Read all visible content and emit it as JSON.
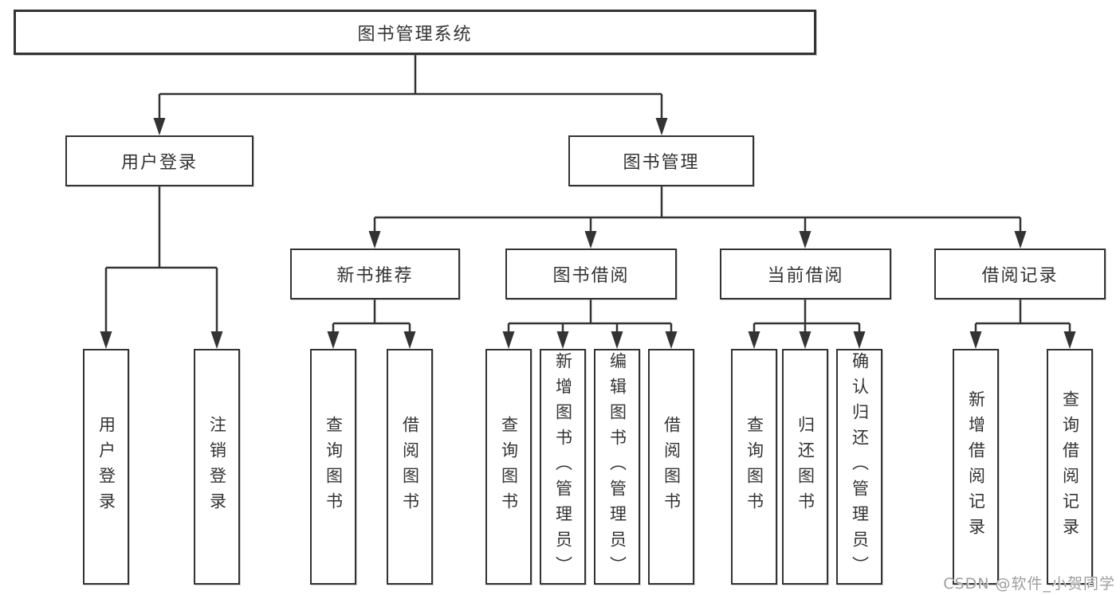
{
  "diagram": {
    "type": "tree",
    "colors": {
      "line": "#333333",
      "box_border": "#333333",
      "box_fill": "#ffffff",
      "text": "#333333",
      "watermark_text_color": "#9e9e9e",
      "background": "#ffffff"
    },
    "tree": {
      "root": {
        "label": "图书管理系统"
      },
      "branches": [
        {
          "label": "用户登录",
          "children": [
            {
              "label": "用户登录"
            },
            {
              "label": "注销登录"
            }
          ]
        },
        {
          "label": "图书管理",
          "children": [
            {
              "label": "新书推荐",
              "children": [
                {
                  "label": "查询图书"
                },
                {
                  "label": "借阅图书"
                }
              ]
            },
            {
              "label": "图书借阅",
              "children": [
                {
                  "label": "查询图书"
                },
                {
                  "label": "新增图书（管理员）"
                },
                {
                  "label": "编辑图书（管理员）"
                },
                {
                  "label": "借阅图书"
                }
              ]
            },
            {
              "label": "当前借阅",
              "children": [
                {
                  "label": "查询图书"
                },
                {
                  "label": "归还图书"
                },
                {
                  "label": "确认归还（管理员）"
                }
              ]
            },
            {
              "label": "借阅记录",
              "children": [
                {
                  "label": "新增借阅记录"
                },
                {
                  "label": "查询借阅记录"
                }
              ]
            }
          ]
        }
      ]
    },
    "watermark": {
      "text": "CSDN @软件_小贺同学"
    }
  }
}
